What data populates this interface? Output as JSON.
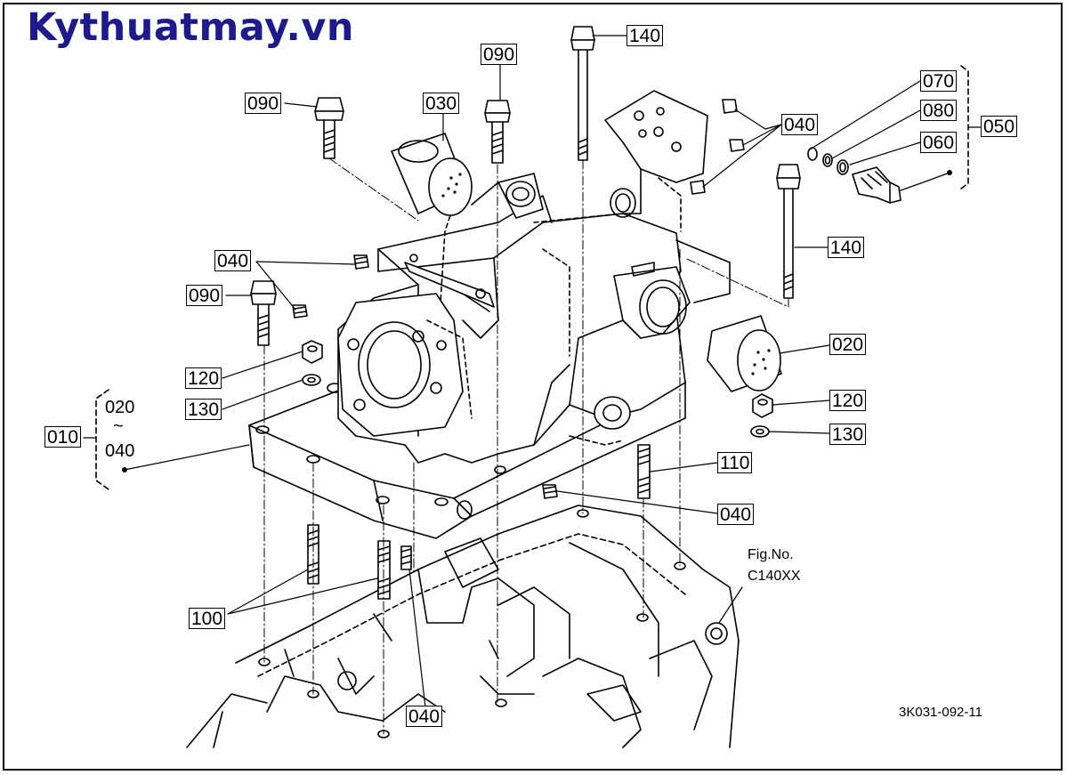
{
  "site_title": "Kythuatmay.vn",
  "labels": {
    "l140_top": "140",
    "l090_mid": "090",
    "l090_left": "090",
    "l030": "030",
    "l070": "070",
    "l080": "080",
    "l060": "060",
    "l050": "050",
    "l040_right": "040",
    "l140_right": "140",
    "l040_left": "040",
    "l090_lower": "090",
    "l020_right": "020",
    "l120_left": "120",
    "l130_left": "130",
    "l120_right": "120",
    "l130_right": "130",
    "l010": "010",
    "l110": "110",
    "l040_center": "040",
    "l100": "100",
    "l040_bottom": "040"
  },
  "group_range": {
    "start": "020",
    "tilde": "~",
    "end": "040"
  },
  "reference": {
    "fig_no": "Fig.No.",
    "fig_code": "C140XX",
    "drawing_code": "3K031-092-11"
  }
}
